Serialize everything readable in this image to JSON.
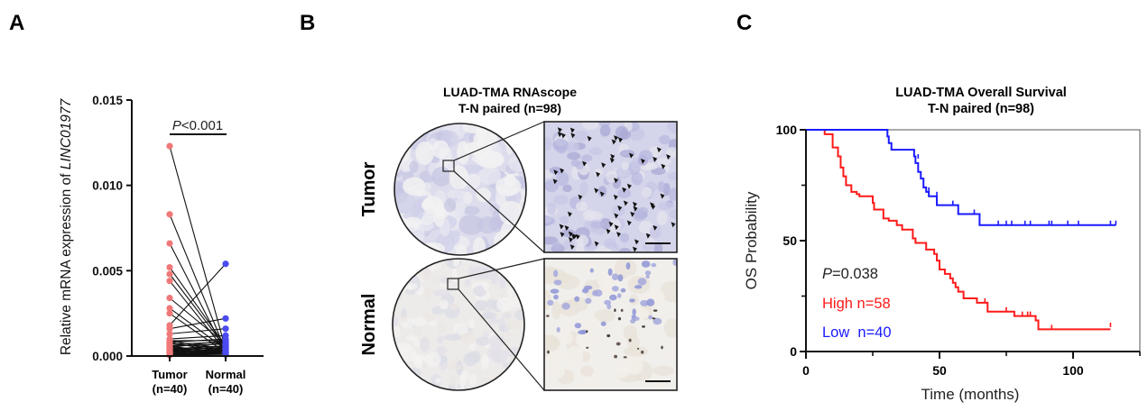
{
  "figure": {
    "panels": [
      {
        "label": "A"
      },
      {
        "label": "B"
      },
      {
        "label": "C"
      }
    ]
  },
  "panelB": {
    "title_line1": "LUAD-TMA RNAscope",
    "title_line2": "T-N paired (n=98)",
    "rows": [
      {
        "label": "Tumor",
        "description": "TMA core with zoom inset showing RNAscope signal (arrowheads) in purple-stained tumor cells"
      },
      {
        "label": "Normal",
        "description": "TMA core with zoom inset showing sparse signal in normal lung tissue"
      }
    ]
  },
  "colors": {
    "tumor": "#f07878",
    "normal": "#4b4bf0",
    "high": "#ff1a1a",
    "low": "#1a1aff",
    "pair_line": "#111111",
    "tissue_stain": "#b9b9dc"
  },
  "chart_data": [
    {
      "type": "scatter",
      "subtype": "paired-dot",
      "title": "",
      "ylabel_prefix": "Relative mRNA expression of ",
      "ylabel_gene": "LINC01977",
      "xlabel": "",
      "categories": [
        "Tumor\n(n=40)",
        "Normal\n(n=40)"
      ],
      "category_labels": [
        [
          "Tumor",
          "(n=40)"
        ],
        [
          "Normal",
          "(n=40)"
        ]
      ],
      "ylim": [
        0,
        0.015
      ],
      "yticks": [
        0.0,
        0.005,
        0.01,
        0.015
      ],
      "ytick_labels": [
        "0.000",
        "0.005",
        "0.010",
        "0.015"
      ],
      "annotation": {
        "prefix": "P",
        "text": "<0.001"
      },
      "pairs": [
        [
          0.0123,
          0.0004
        ],
        [
          0.0083,
          0.0003
        ],
        [
          0.0066,
          0.0002
        ],
        [
          0.0052,
          0.0006
        ],
        [
          0.0048,
          0.0005
        ],
        [
          0.0044,
          0.0003
        ],
        [
          0.0034,
          0.0007
        ],
        [
          0.0028,
          0.0004
        ],
        [
          0.0025,
          0.0002
        ],
        [
          0.0018,
          0.0054
        ],
        [
          0.0016,
          0.0022
        ],
        [
          0.0013,
          0.0016
        ],
        [
          0.001,
          0.0012
        ],
        [
          0.0009,
          0.0009
        ],
        [
          0.0009,
          0.0003
        ],
        [
          0.0008,
          0.001
        ],
        [
          0.0008,
          0.0002
        ],
        [
          0.0007,
          0.0008
        ],
        [
          0.0007,
          0.0005
        ],
        [
          0.0006,
          0.0001
        ],
        [
          0.0006,
          0.0007
        ],
        [
          0.0005,
          0.0004
        ],
        [
          0.0005,
          0.0009
        ],
        [
          0.0005,
          0.0002
        ],
        [
          0.0004,
          0.0006
        ],
        [
          0.0004,
          0.0003
        ],
        [
          0.0004,
          0.0001
        ],
        [
          0.0003,
          0.0005
        ],
        [
          0.0003,
          0.0002
        ],
        [
          0.0003,
          0.0008
        ],
        [
          0.0003,
          0.0001
        ],
        [
          0.0002,
          0.0004
        ],
        [
          0.0002,
          0.0006
        ],
        [
          0.0002,
          0.0001
        ],
        [
          0.0002,
          0.0003
        ],
        [
          0.0001,
          0.0002
        ],
        [
          0.0001,
          0.0005
        ],
        [
          0.0001,
          0.0001
        ],
        [
          0.0001,
          0.0003
        ],
        [
          5e-05,
          0.0001
        ]
      ]
    },
    {
      "type": "line",
      "subtype": "kaplan-meier",
      "title_line1": "LUAD-TMA Overall Survival",
      "title_line2": "T-N paired (n=98)",
      "xlabel": "Time (months)",
      "ylabel": "OS Probability",
      "xlim": [
        0,
        125
      ],
      "ylim": [
        0,
        100
      ],
      "xticks": [
        0,
        50,
        100
      ],
      "xminor": [
        25,
        75,
        125
      ],
      "yticks": [
        0,
        50,
        100
      ],
      "yminor": [
        25,
        75
      ],
      "annotation": {
        "prefix": "P",
        "text": "=0.038"
      },
      "series": [
        {
          "name": "High",
          "legend": "High n=58",
          "color_key": "high",
          "steps": [
            [
              0,
              100
            ],
            [
              7,
              98
            ],
            [
              10,
              92
            ],
            [
              12,
              88
            ],
            [
              13,
              83
            ],
            [
              14,
              79
            ],
            [
              15,
              75
            ],
            [
              17,
              72
            ],
            [
              19,
              71
            ],
            [
              20,
              70
            ],
            [
              25,
              67
            ],
            [
              25.5,
              64
            ],
            [
              29,
              60
            ],
            [
              31,
              59
            ],
            [
              34,
              57
            ],
            [
              36,
              55
            ],
            [
              40,
              51
            ],
            [
              41,
              49
            ],
            [
              45,
              46
            ],
            [
              48,
              44
            ],
            [
              49,
              41
            ],
            [
              50,
              37
            ],
            [
              52,
              35
            ],
            [
              54,
              33
            ],
            [
              55,
              31
            ],
            [
              56,
              29
            ],
            [
              57,
              27
            ],
            [
              59,
              24
            ],
            [
              64,
              22
            ],
            [
              68,
              18
            ],
            [
              78,
              16
            ],
            [
              86,
              14
            ],
            [
              87,
              10
            ],
            [
              114,
              10
            ]
          ],
          "censored": [
            [
              41,
              49
            ],
            [
              67,
              22
            ],
            [
              75,
              18
            ],
            [
              81,
              16
            ],
            [
              83,
              16
            ],
            [
              84,
              16
            ],
            [
              92,
              10
            ],
            [
              114,
              11
            ]
          ]
        },
        {
          "name": "Low",
          "legend": "Low  n=40",
          "color_key": "low",
          "steps": [
            [
              0,
              100
            ],
            [
              30,
              100
            ],
            [
              30.5,
              97
            ],
            [
              31,
              94
            ],
            [
              32,
              91
            ],
            [
              40,
              91
            ],
            [
              40.5,
              88
            ],
            [
              41,
              85
            ],
            [
              42,
              81
            ],
            [
              43,
              78
            ],
            [
              44,
              74
            ],
            [
              45,
              72
            ],
            [
              46,
              70
            ],
            [
              49,
              66
            ],
            [
              57,
              62
            ],
            [
              65,
              57
            ],
            [
              116,
              57
            ]
          ],
          "censored": [
            [
              42,
              87
            ],
            [
              46,
              72
            ],
            [
              49,
              70
            ],
            [
              55,
              66
            ],
            [
              63,
              62
            ],
            [
              72,
              57
            ],
            [
              75,
              57
            ],
            [
              77,
              57
            ],
            [
              82,
              57
            ],
            [
              84,
              57
            ],
            [
              91,
              57
            ],
            [
              92,
              57
            ],
            [
              98,
              57
            ],
            [
              102,
              57
            ],
            [
              114,
              57
            ],
            [
              116,
              57
            ]
          ]
        }
      ]
    }
  ]
}
